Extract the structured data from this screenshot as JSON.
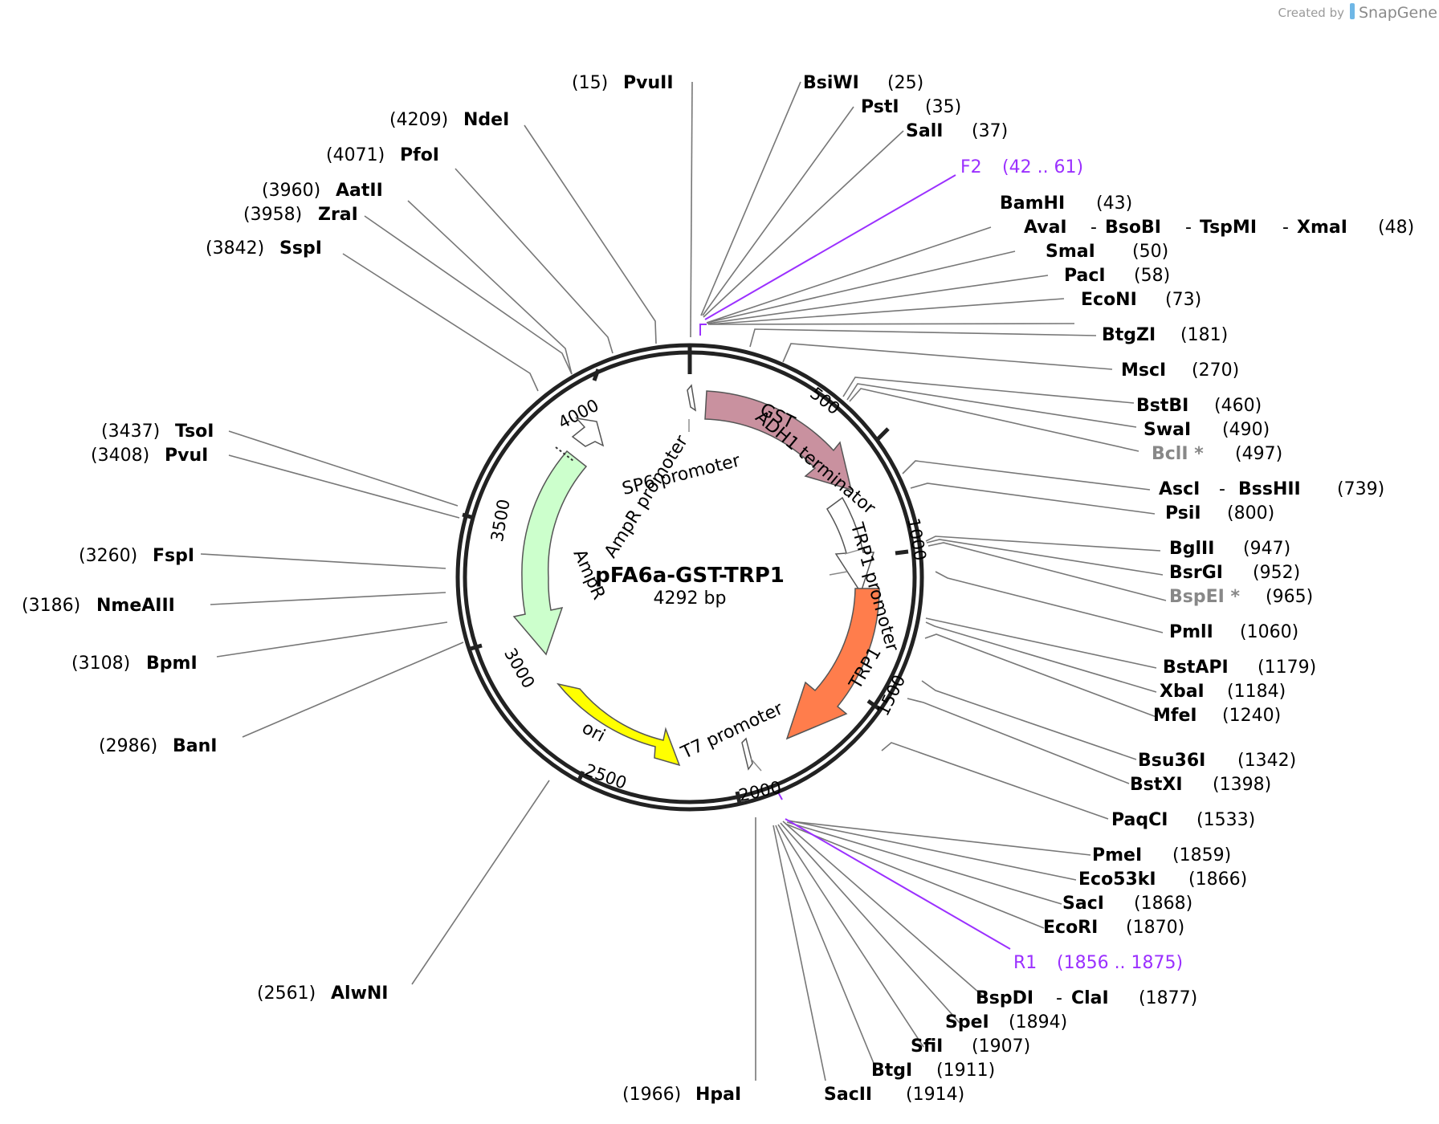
{
  "plasmid": {
    "name": "pFA6a-GST-TRP1",
    "size_label": "4292 bp",
    "length": 4292
  },
  "credit": {
    "prefix": "Created by",
    "brand": "SnapGene"
  },
  "colors": {
    "gst": "#c9919f",
    "trp1": "#ff7d4c",
    "ampr": "#ccffcc",
    "ori": "#ffff00",
    "primer": "#9b30ff",
    "backbone": "#222222"
  },
  "ticks": [
    "500",
    "1000",
    "1500",
    "2000",
    "2500",
    "3000",
    "3500",
    "4000"
  ],
  "features": {
    "gst": "GST",
    "adh1": "ADH1 terminator",
    "trp1_promoter": "TRP1 promoter",
    "trp1": "TRP1",
    "t7": "T7 promoter",
    "ori": "ori",
    "ampr": "AmpR",
    "ampr_promoter": "AmpR promoter",
    "sp6": "SP6 promoter"
  },
  "sites": [
    {
      "name": "PvuII",
      "pos": "(15)"
    },
    {
      "name": "BsiWI",
      "pos": "(25)"
    },
    {
      "name": "PstI",
      "pos": "(35)"
    },
    {
      "name": "SalI",
      "pos": "(37)"
    },
    {
      "name": "F2",
      "pos": "(42 .. 61)"
    },
    {
      "name": "BamHI",
      "pos": "(43)"
    },
    {
      "name": "AvaI",
      "name2": "BsoBI",
      "name3": "TspMI",
      "name4": "XmaI",
      "sep": "-",
      "pos": "(48)"
    },
    {
      "name": "SmaI",
      "pos": "(50)"
    },
    {
      "name": "PacI",
      "pos": "(58)"
    },
    {
      "name": "EcoNI",
      "pos": "(73)"
    },
    {
      "name": "BtgZI",
      "pos": "(181)"
    },
    {
      "name": "MscI",
      "pos": "(270)"
    },
    {
      "name": "BstBI",
      "pos": "(460)"
    },
    {
      "name": "SwaI",
      "pos": "(490)"
    },
    {
      "name": "BclI *",
      "pos": "(497)"
    },
    {
      "name": "AscI",
      "name2": "BssHII",
      "sep": "-",
      "pos": "(739)"
    },
    {
      "name": "PsiI",
      "pos": "(800)"
    },
    {
      "name": "BglII",
      "pos": "(947)"
    },
    {
      "name": "BsrGI",
      "pos": "(952)"
    },
    {
      "name": "BspEI *",
      "pos": "(965)"
    },
    {
      "name": "PmlI",
      "pos": "(1060)"
    },
    {
      "name": "BstAPI",
      "pos": "(1179)"
    },
    {
      "name": "XbaI",
      "pos": "(1184)"
    },
    {
      "name": "MfeI",
      "pos": "(1240)"
    },
    {
      "name": "Bsu36I",
      "pos": "(1342)"
    },
    {
      "name": "BstXI",
      "pos": "(1398)"
    },
    {
      "name": "PaqCI",
      "pos": "(1533)"
    },
    {
      "name": "PmeI",
      "pos": "(1859)"
    },
    {
      "name": "Eco53kI",
      "pos": "(1866)"
    },
    {
      "name": "SacI",
      "pos": "(1868)"
    },
    {
      "name": "EcoRI",
      "pos": "(1870)"
    },
    {
      "name": "R1",
      "pos": "(1856 .. 1875)"
    },
    {
      "name": "BspDI",
      "name2": "ClaI",
      "sep": "-",
      "pos": "(1877)"
    },
    {
      "name": "SpeI",
      "pos": "(1894)"
    },
    {
      "name": "SfiI",
      "pos": "(1907)"
    },
    {
      "name": "BtgI",
      "pos": "(1911)"
    },
    {
      "name": "SacII",
      "pos": "(1914)"
    },
    {
      "name": "HpaI",
      "pos": "(1966)"
    },
    {
      "name": "AlwNI",
      "pos": "(2561)"
    },
    {
      "name": "BanI",
      "pos": "(2986)"
    },
    {
      "name": "BpmI",
      "pos": "(3108)"
    },
    {
      "name": "NmeAIII",
      "pos": "(3186)"
    },
    {
      "name": "FspI",
      "pos": "(3260)"
    },
    {
      "name": "PvuI",
      "pos": "(3408)"
    },
    {
      "name": "TsoI",
      "pos": "(3437)"
    },
    {
      "name": "SspI",
      "pos": "(3842)"
    },
    {
      "name": "ZraI",
      "pos": "(3958)"
    },
    {
      "name": "AatII",
      "pos": "(3960)"
    },
    {
      "name": "PfoI",
      "pos": "(4071)"
    },
    {
      "name": "NdeI",
      "pos": "(4209)"
    }
  ]
}
